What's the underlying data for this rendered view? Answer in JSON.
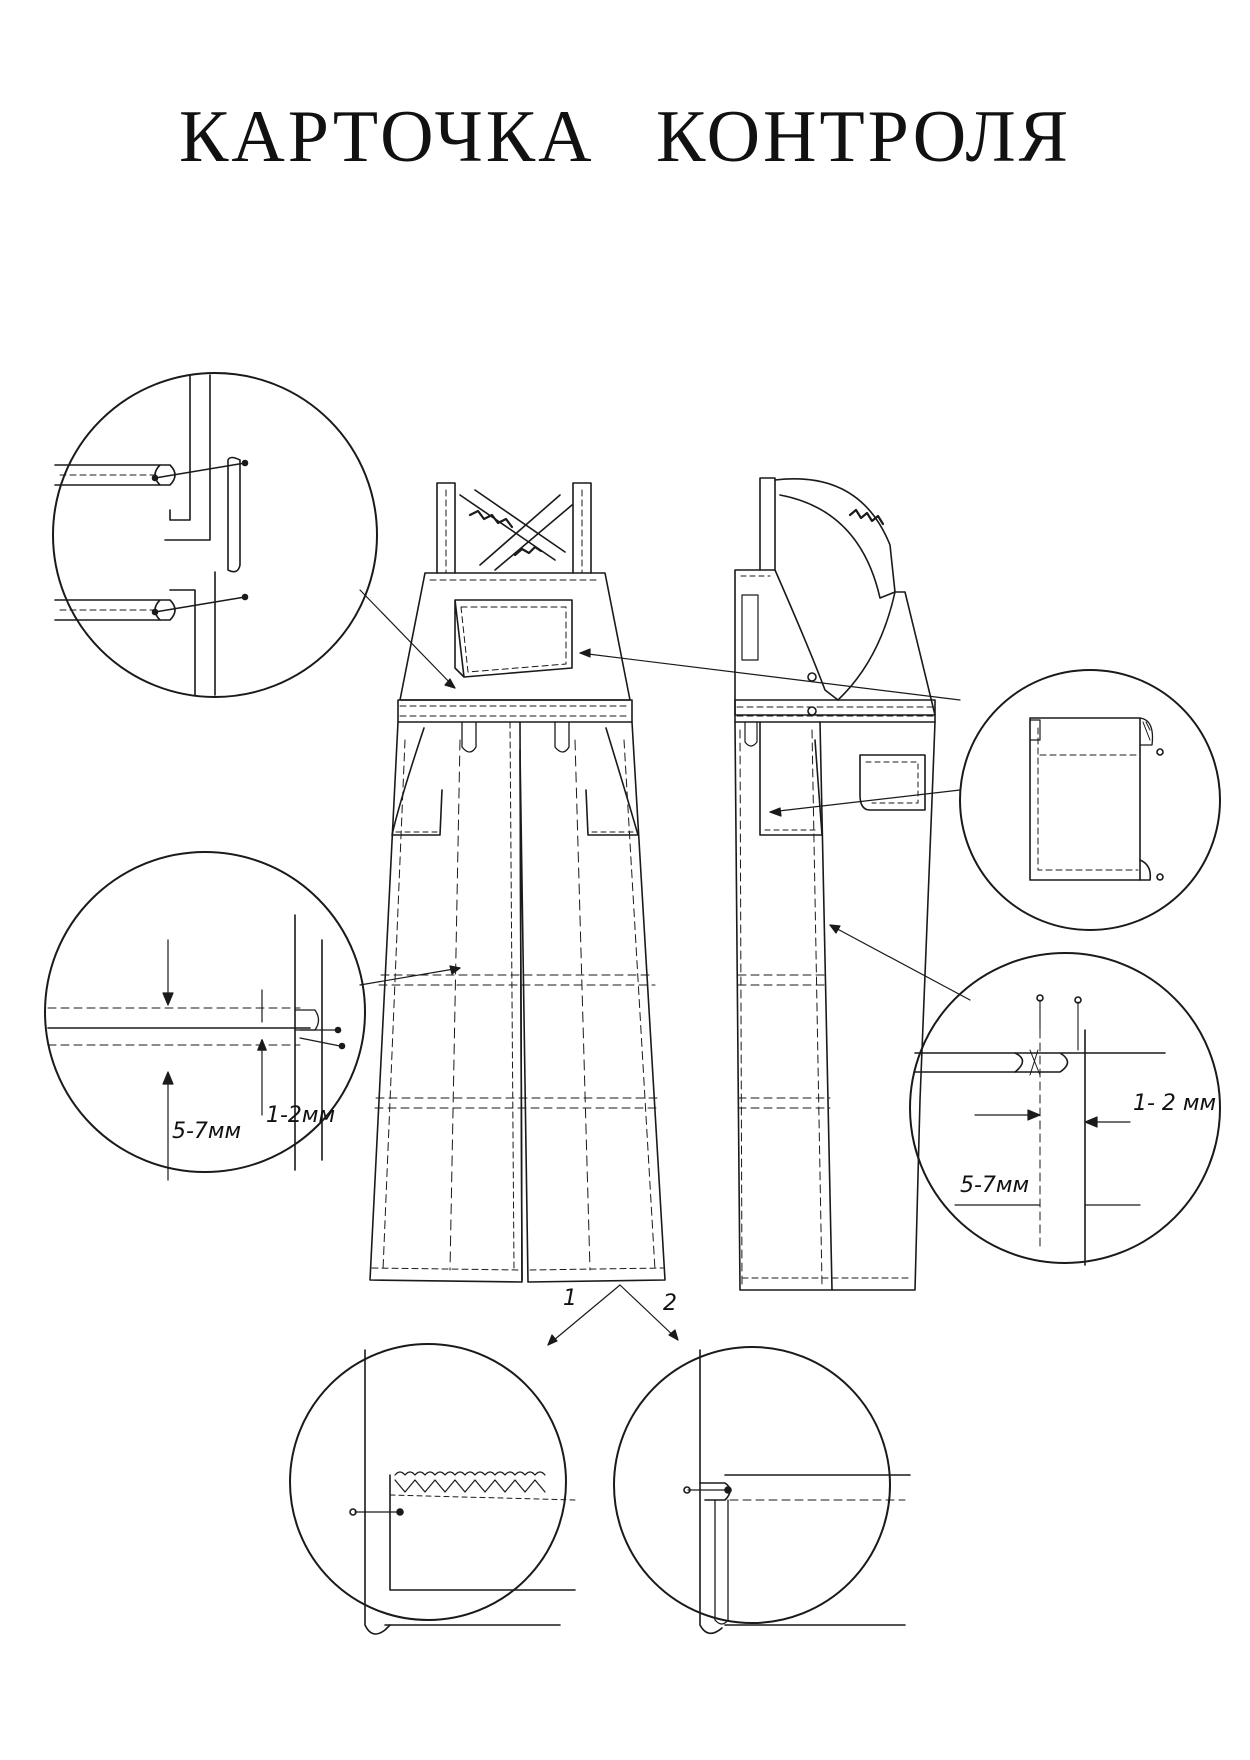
{
  "title": "КАРТОЧКА КОНТРОЛЯ",
  "labels": {
    "left_detail_big": "5-7мм",
    "left_detail_small": "1-2мм",
    "right_detail_small": "1- 2 мм",
    "right_detail_big": "5-7мм",
    "hem_variant_1": "1",
    "hem_variant_2": "2"
  }
}
